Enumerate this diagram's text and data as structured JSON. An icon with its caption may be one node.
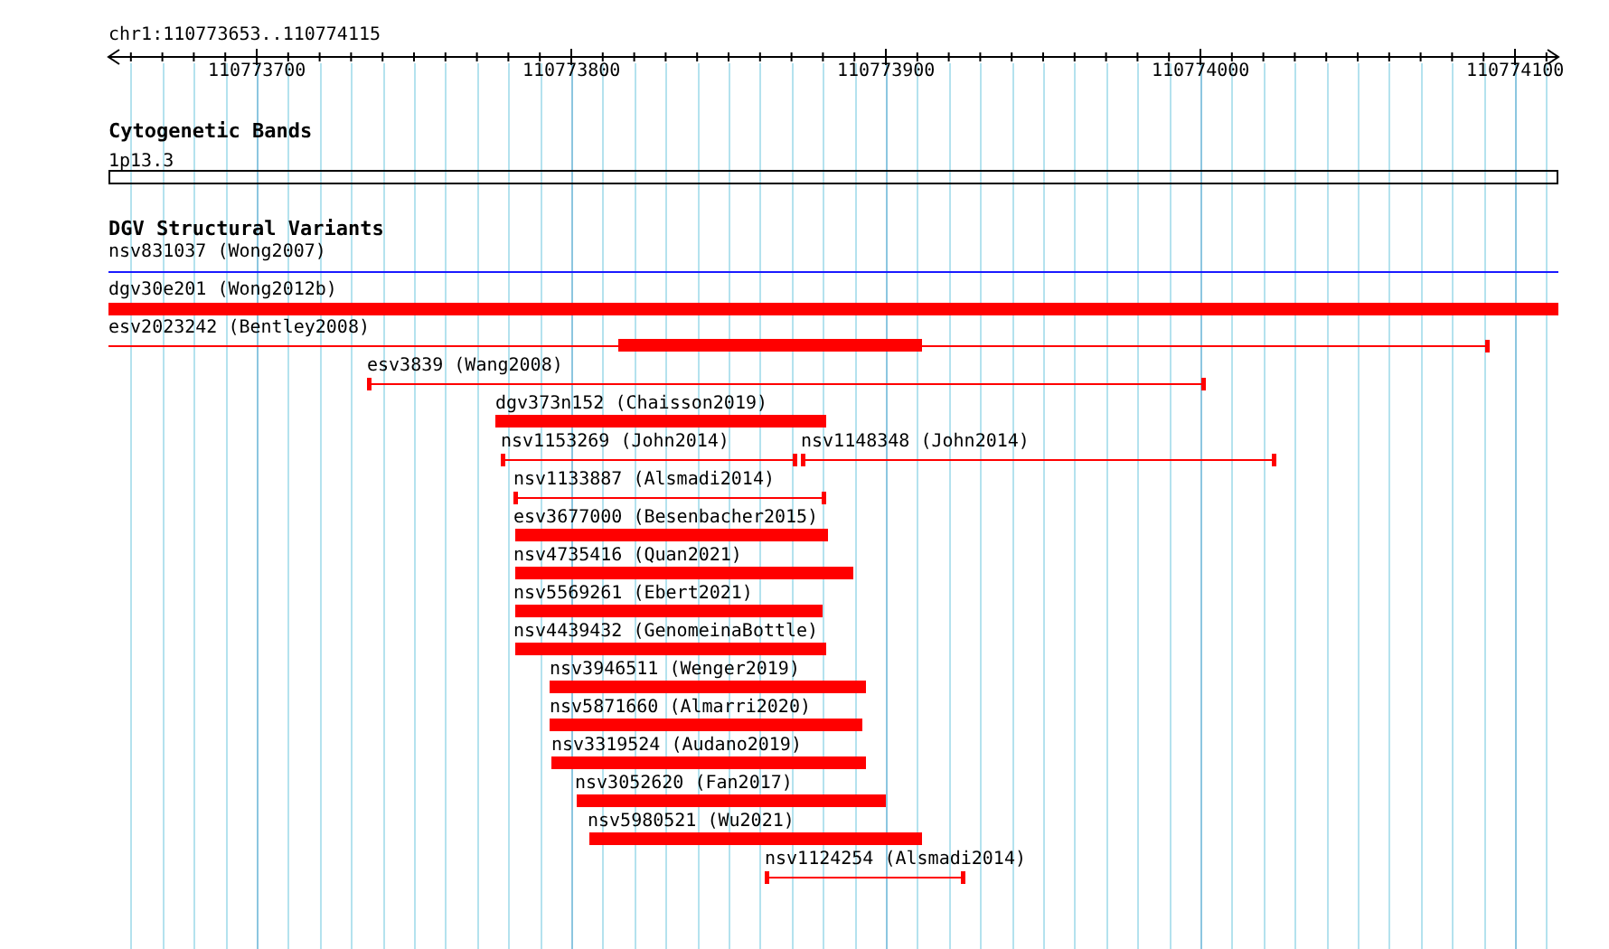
{
  "diagram": {
    "nodes": [
      {
        "text": [
          "1p13.3"
        ]
      },
      {
        "text": [
          "nsv831037 (Wong2007)"
        ]
      },
      {
        "text": [
          "dgv30e201 (Wong2012b)"
        ]
      },
      {
        "text": [
          "esv2023242 (Bentley2008)"
        ]
      },
      {
        "text": [
          "esv3839 (Wang2008)"
        ]
      },
      {
        "text": [
          "dgv373n152 (Chaisson2019)"
        ]
      },
      {
        "text": [
          "nsv1153269 (John2014)"
        ]
      },
      {
        "text": [
          "nsv1148348 (John2014)"
        ]
      },
      {
        "text": [
          "nsv1133887 (Alsmadi2014)"
        ]
      },
      {
        "text": [
          "esv3677000 (Besenbacher2015)"
        ]
      },
      {
        "text": [
          "nsv4735416 (Quan2021)"
        ]
      },
      {
        "text": [
          "nsv5569261 (Ebert2021)"
        ]
      },
      {
        "text": [
          "nsv4439432 (GenomeinaBottle)"
        ]
      },
      {
        "text": [
          "nsv3946511 (Wenger2019)"
        ]
      },
      {
        "text": [
          "nsv5871660 (Almarri2020)"
        ]
      },
      {
        "text": [
          "nsv3319524 (Audano2019)"
        ]
      },
      {
        "text": [
          "nsv3052620 (Fan2017)"
        ]
      },
      {
        "text": [
          "nsv5980521 (Wu2021)"
        ]
      },
      {
        "text": [
          "nsv1124254 (Alsmadi2014)"
        ]
      }
    ],
    "labels": [
      "chr1:110773653..110774115",
      "110773700",
      "110773800",
      "110773900",
      "110774000",
      "110774100",
      "Cytogenetic Bands",
      "DGV Structural Variants"
    ]
  }
}
